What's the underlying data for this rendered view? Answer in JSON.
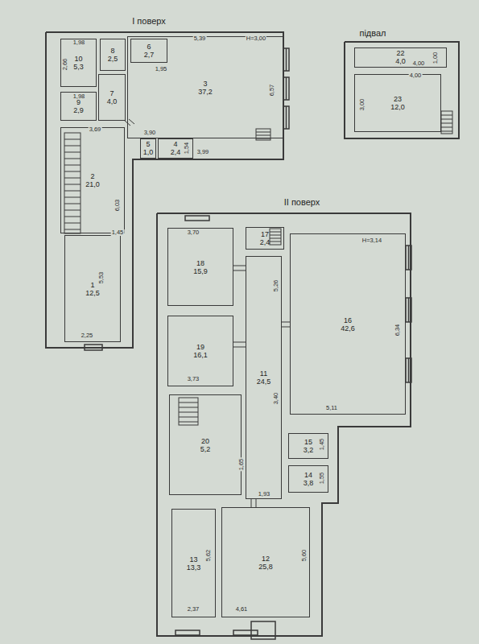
{
  "diagram": {
    "nodes": [
      {
        "text": [
          "І поверх"
        ]
      },
      {
        "text": [
          "10",
          "5,3"
        ],
        "in": 0
      },
      {
        "text": [
          "8",
          "2,5"
        ],
        "in": 0
      },
      {
        "text": [
          "6",
          "2,7"
        ],
        "in": 0
      },
      {
        "text": [
          "3",
          "37,2"
        ],
        "in": 0
      },
      {
        "text": [
          "7",
          "4,0"
        ],
        "in": 0
      },
      {
        "text": [
          "9",
          "2,9"
        ],
        "in": 0
      },
      {
        "text": [
          "5",
          "1,0"
        ],
        "in": 0
      },
      {
        "text": [
          "4",
          "2,4"
        ],
        "in": 0
      },
      {
        "text": [
          "2",
          "21,0"
        ],
        "in": 0
      },
      {
        "text": [
          "1",
          "12,5"
        ],
        "in": 0
      },
      {
        "text": [
          "підвал"
        ]
      },
      {
        "text": [
          "22",
          "4,0"
        ],
        "in": 11
      },
      {
        "text": [
          "23",
          "12,0"
        ],
        "in": 11
      },
      {
        "text": [
          "ІІ поверх"
        ]
      },
      {
        "text": [
          "17",
          "2,4"
        ],
        "in": 14
      },
      {
        "text": [
          "18",
          "15,9"
        ],
        "in": 14
      },
      {
        "text": [
          "16",
          "42,6"
        ],
        "in": 14
      },
      {
        "text": [
          "19",
          "16,1"
        ],
        "in": 14
      },
      {
        "text": [
          "11",
          "24,5"
        ],
        "in": 14
      },
      {
        "text": [
          "20",
          "5,2"
        ],
        "in": 14
      },
      {
        "text": [
          "15",
          "3,2"
        ],
        "in": 14
      },
      {
        "text": [
          "14",
          "3,8"
        ],
        "in": 14
      },
      {
        "text": [
          "13",
          "13,3"
        ],
        "in": 14
      },
      {
        "text": [
          "12",
          "25,8"
        ],
        "in": 14
      }
    ],
    "labels": [
      "1,98",
      "2,66",
      "1,98",
      "5,39",
      "Н=3,00",
      "1,95",
      "6,57",
      "3,69",
      "3,90",
      "1,54",
      "3,99",
      "6,03",
      "1,45",
      "5,53",
      "2,25",
      "1,00",
      "4,00",
      "4,00",
      "3,00",
      "3,70",
      "Н=3,14",
      "5,26",
      "6,34",
      "3,73",
      "3,40",
      "5,11",
      "1,45",
      "1,55",
      "1,65",
      "1,93",
      "5,62",
      "5,60",
      "2,37",
      "4,61"
    ]
  }
}
